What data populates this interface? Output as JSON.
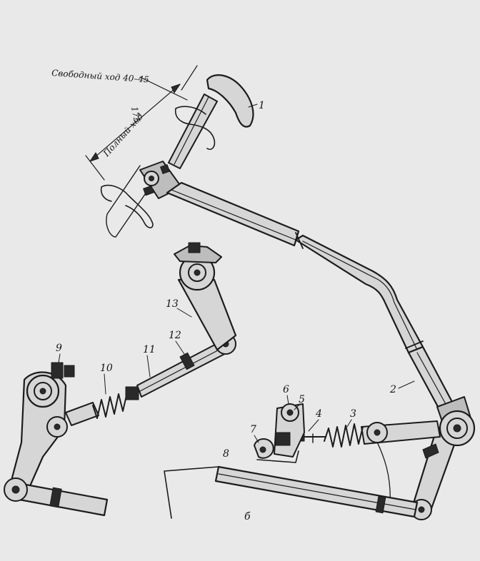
{
  "annotations": {
    "free_travel": "Свободный ход 40–45",
    "full_travel_value": "175",
    "full_travel": "Полный ход",
    "view_letter": "б"
  },
  "parts": [
    {
      "key": "p1",
      "label": "1"
    },
    {
      "key": "p2",
      "label": "2"
    },
    {
      "key": "p3",
      "label": "3"
    },
    {
      "key": "p4",
      "label": "4"
    },
    {
      "key": "p5",
      "label": "5"
    },
    {
      "key": "p6",
      "label": "6"
    },
    {
      "key": "p7",
      "label": "7"
    },
    {
      "key": "p8",
      "label": "8"
    },
    {
      "key": "p9",
      "label": "9"
    },
    {
      "key": "p10",
      "label": "10"
    },
    {
      "key": "p11",
      "label": "11"
    },
    {
      "key": "p12",
      "label": "12"
    },
    {
      "key": "p13",
      "label": "13"
    }
  ]
}
